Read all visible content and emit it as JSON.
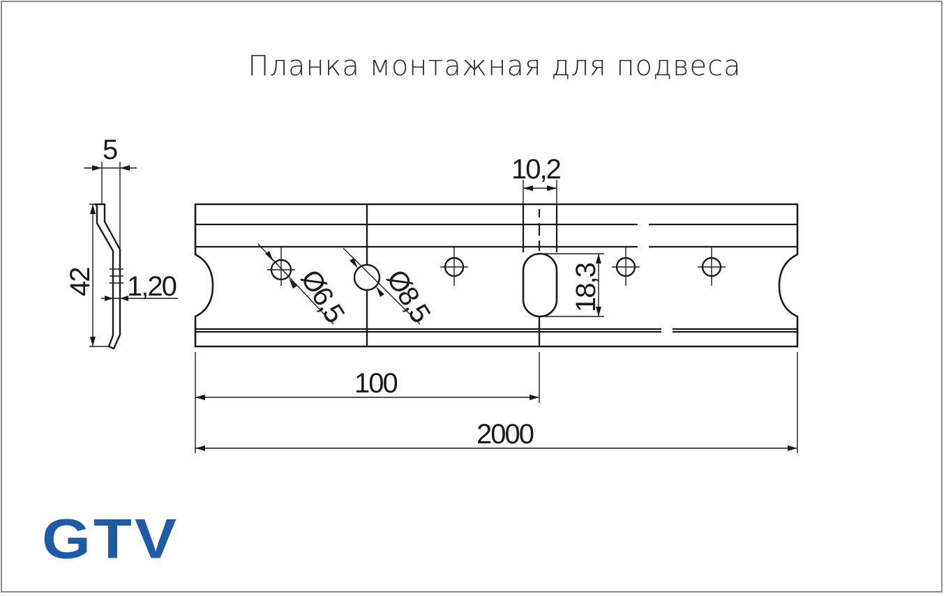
{
  "title": "Планка монтажная для подвеса",
  "logo_text": "GTV",
  "colors": {
    "logo": "#1f5aa6",
    "line": "#1a1a1a",
    "frame": "#8c8c8c"
  },
  "dimensions": {
    "profile_width": "5",
    "profile_height": "42",
    "thickness": "1,20",
    "slot_width": "10,2",
    "slot_height": "18,3",
    "hole_small": "Ø6,5",
    "hole_large": "Ø8,5",
    "spacing": "100",
    "length": "2000"
  }
}
